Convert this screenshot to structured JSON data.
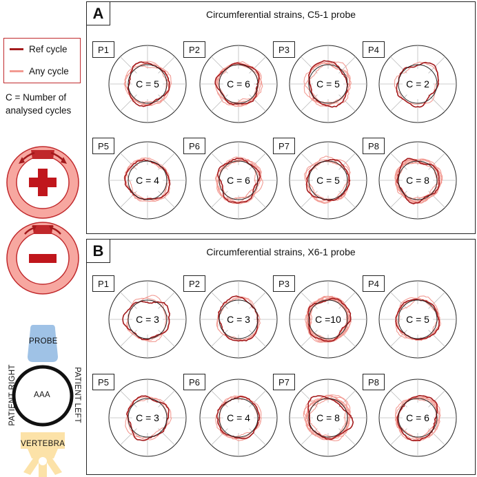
{
  "legend": {
    "ref_label": "Ref cycle",
    "any_label": "Any cycle",
    "ref_color": "#a31a1c",
    "any_color": "#f29a92"
  },
  "c_note": "C = Number of analysed cycles",
  "schematic": {
    "probe_label": "PROBE",
    "aaa_label": "AAA",
    "vertebra_label": "VERTEBRA",
    "patient_right": "PATIENT RIGHT",
    "patient_left": "PATIENT LEFT",
    "plus_icon": "plus-sign",
    "minus_icon": "minus-sign"
  },
  "panels": [
    {
      "letter": "A",
      "title": "Circumferential strains, C5-1 probe",
      "plots": [
        {
          "patient": "P1",
          "cycles_label": "C = 5",
          "cycles": 5
        },
        {
          "patient": "P2",
          "cycles_label": "C = 6",
          "cycles": 6
        },
        {
          "patient": "P3",
          "cycles_label": "C = 5",
          "cycles": 5
        },
        {
          "patient": "P4",
          "cycles_label": "C = 2",
          "cycles": 2
        },
        {
          "patient": "P5",
          "cycles_label": "C = 4",
          "cycles": 4
        },
        {
          "patient": "P6",
          "cycles_label": "C = 6",
          "cycles": 6
        },
        {
          "patient": "P7",
          "cycles_label": "C = 5",
          "cycles": 5
        },
        {
          "patient": "P8",
          "cycles_label": "C = 8",
          "cycles": 8
        }
      ]
    },
    {
      "letter": "B",
      "title": "Circumferential strains, X6-1 probe",
      "plots": [
        {
          "patient": "P1",
          "cycles_label": "C = 3",
          "cycles": 3
        },
        {
          "patient": "P2",
          "cycles_label": "C = 3",
          "cycles": 3
        },
        {
          "patient": "P3",
          "cycles_label": "C =10",
          "cycles": 10
        },
        {
          "patient": "P4",
          "cycles_label": "C = 5",
          "cycles": 5
        },
        {
          "patient": "P5",
          "cycles_label": "C = 3",
          "cycles": 3
        },
        {
          "patient": "P6",
          "cycles_label": "C = 4",
          "cycles": 4
        },
        {
          "patient": "P7",
          "cycles_label": "C = 8",
          "cycles": 8
        },
        {
          "patient": "P8",
          "cycles_label": "C = 6",
          "cycles": 6
        }
      ]
    }
  ]
}
